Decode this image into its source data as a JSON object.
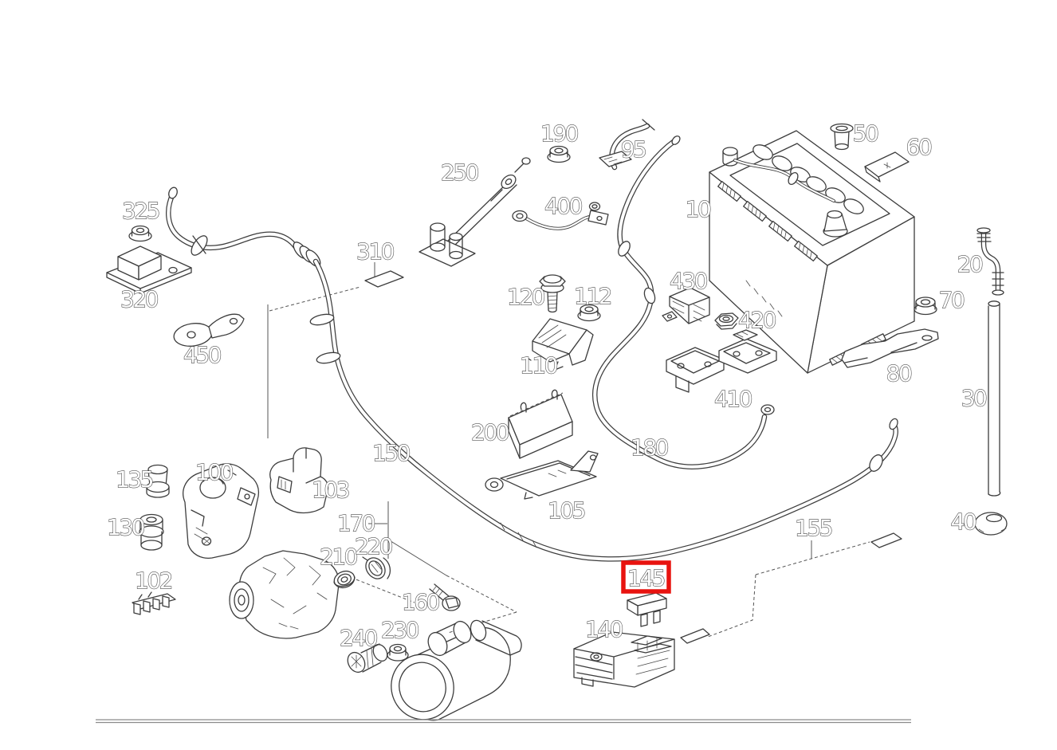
{
  "diagram": {
    "background": "#ffffff",
    "line_color": "#3d3d3d",
    "label_outline_color": "#4a4a4a",
    "footer_rule_color": "#8c8c8c",
    "highlight": {
      "part_label": "145",
      "color": "#e8130f"
    }
  },
  "parts": {
    "p10": {
      "label": "10"
    },
    "p20": {
      "label": "20"
    },
    "p30": {
      "label": "30"
    },
    "p40": {
      "label": "40"
    },
    "p50": {
      "label": "50"
    },
    "p60": {
      "label": "60"
    },
    "p70": {
      "label": "70"
    },
    "p80": {
      "label": "80"
    },
    "p95": {
      "label": "95"
    },
    "p100": {
      "label": "100"
    },
    "p102": {
      "label": "102"
    },
    "p103": {
      "label": "103"
    },
    "p105": {
      "label": "105"
    },
    "p110": {
      "label": "110"
    },
    "p112": {
      "label": "112"
    },
    "p120": {
      "label": "120"
    },
    "p130": {
      "label": "130"
    },
    "p135": {
      "label": "135"
    },
    "p140": {
      "label": "140"
    },
    "p145": {
      "label": "145"
    },
    "p150": {
      "label": "150"
    },
    "p155": {
      "label": "155"
    },
    "p160": {
      "label": "160"
    },
    "p170": {
      "label": "170"
    },
    "p180": {
      "label": "180"
    },
    "p190": {
      "label": "190"
    },
    "p200": {
      "label": "200"
    },
    "p210": {
      "label": "210"
    },
    "p220": {
      "label": "220"
    },
    "p230": {
      "label": "230"
    },
    "p240": {
      "label": "240"
    },
    "p250": {
      "label": "250"
    },
    "p310": {
      "label": "310"
    },
    "p320": {
      "label": "320"
    },
    "p325": {
      "label": "325"
    },
    "p400": {
      "label": "400"
    },
    "p410": {
      "label": "410"
    },
    "p420": {
      "label": "420"
    },
    "p430": {
      "label": "430"
    },
    "p450": {
      "label": "450"
    }
  }
}
